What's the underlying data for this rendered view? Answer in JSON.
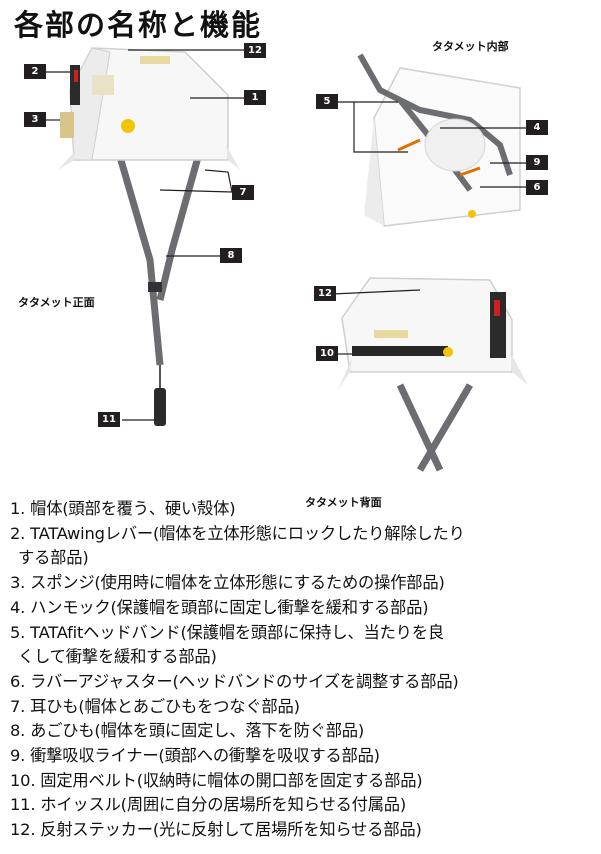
{
  "title": "各部の名称と機能",
  "captions": {
    "inner": "タタメット内部",
    "front": "タタメット正面",
    "back": "タタメット背面"
  },
  "callouts": {
    "c1": "1",
    "c2": "2",
    "c3": "3",
    "c4": "4",
    "c5": "5",
    "c6": "6",
    "c7": "7",
    "c8": "8",
    "c9": "9",
    "c10": "10",
    "c11": "11",
    "c12a": "12",
    "c12b": "12"
  },
  "parts": [
    {
      "line1": "1. 帽体(頭部を覆う、硬い殻体)"
    },
    {
      "line1": "2. TATAwingレバー(帽体を立体形態にロックしたり解除したり",
      "line2": "する部品)"
    },
    {
      "line1": "3. スポンジ(使用時に帽体を立体形態にするための操作部品)"
    },
    {
      "line1": "4. ハンモック(保護帽を頭部に固定し衝撃を緩和する部品)"
    },
    {
      "line1": "5. TATAfitヘッドバンド(保護帽を頭部に保持し、当たりを良",
      "line2": "くして衝撃を緩和する部品)"
    },
    {
      "line1": "6. ラバーアジャスター(ヘッドバンドのサイズを調整する部品)"
    },
    {
      "line1": "7. 耳ひも(帽体とあごひもをつなぐ部品)"
    },
    {
      "line1": "8. あごひも(帽体を頭に固定し、落下を防ぐ部品)"
    },
    {
      "line1": "9. 衝撃吸収ライナー(頭部への衝撃を吸収する部品)"
    },
    {
      "line1": "10. 固定用ベルト(収納時に帽体の開口部を固定する部品)"
    },
    {
      "line1": "11. ホイッスル(周囲に自分の居場所を知らせる付属品)"
    },
    {
      "line1": "12. 反射ステッカー(光に反射して居場所を知らせる部品)"
    }
  ]
}
